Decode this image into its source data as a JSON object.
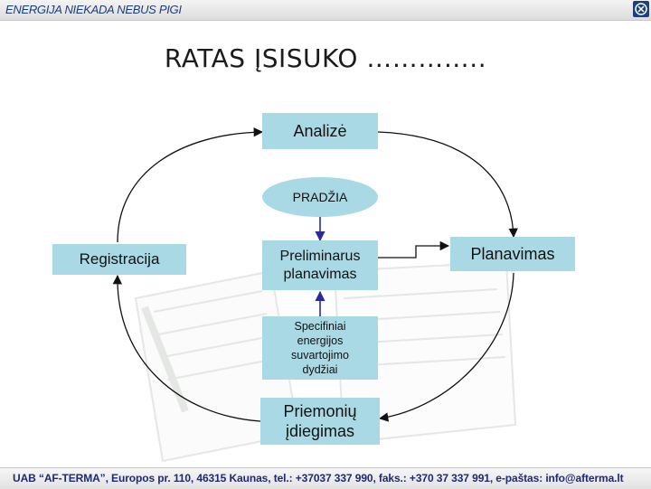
{
  "header": {
    "tagline": "ENERGIJA NIEKADA NEBUS PIGI"
  },
  "title": "RATAS ĮSISUKO …………..",
  "nodes": {
    "analize": "Analizė",
    "pradzia": "PRADŽIA",
    "registracija": "Registracija",
    "preliminarus": "Preliminarus planavimas",
    "planavimas": "Planavimas",
    "specifiniai": "Specifiniai energijos suvartojimo dydžiai",
    "priemoniu": "Priemonių įdiegimas"
  },
  "footer": {
    "contact": "UAB “AF-TERMA”, Europos pr. 110, 46315 Kaunas, tel.: +37037 337 990, faks.: +370 37 337 991, e-paštas: info@afterma.lt"
  },
  "colors": {
    "box_fill": "#a9d9e4",
    "arrow": "#111111",
    "arrow_blue": "#3a3aa8",
    "footer_text": "#1e2a78",
    "header_text": "#1b3f7a"
  }
}
